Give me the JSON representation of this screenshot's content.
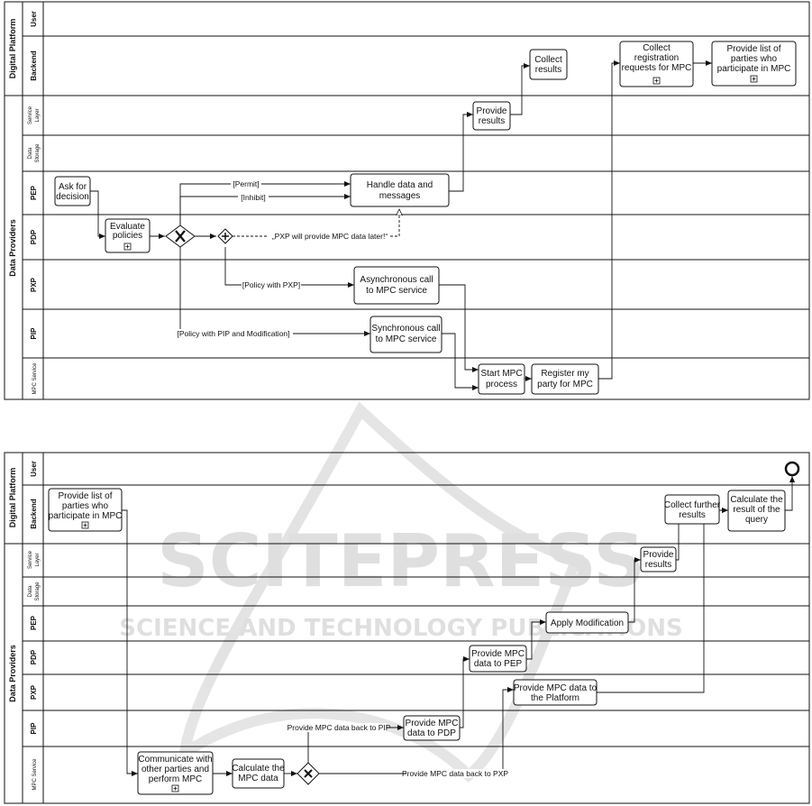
{
  "watermark": {
    "title": "SCITEPRESS",
    "subtitle": "SCIENCE AND TECHNOLOGY PUBLICATIONS"
  },
  "pools": {
    "digital_platform": "Digital Platform",
    "data_providers": "Data Providers"
  },
  "lanes": {
    "user": "User",
    "backend": "Backend",
    "service_layer_1": "Service",
    "service_layer_2": "Layer",
    "data_storage_1": "Data",
    "data_storage_2": "Storage",
    "pep": "PEP",
    "pdp": "PDP",
    "pxp": "PXP",
    "pip": "PIP",
    "mpc_service": "MPC Service"
  },
  "top": {
    "tasks": {
      "ask_for_decision": [
        "Ask for",
        "decision"
      ],
      "evaluate_policies": [
        "Evaluate",
        "policies"
      ],
      "handle_data": [
        "Handle data and",
        "messages"
      ],
      "provide_results": [
        "Provide",
        "results"
      ],
      "collect_results": [
        "Collect",
        "results"
      ],
      "collect_registration": [
        "Collect",
        "registration",
        "requests for MPC"
      ],
      "provide_list": [
        "Provide list of",
        "parties who",
        "participate in MPC"
      ],
      "async_call": [
        "Asynchronous call",
        "to MPC service"
      ],
      "sync_call": [
        "Synchronous call",
        "to MPC service"
      ],
      "start_mpc": [
        "Start MPC",
        "process"
      ],
      "register_party": [
        "Register my",
        "party for MPC"
      ]
    },
    "flows": {
      "permit": "[Permit]",
      "inhibit": "[Inhibit]",
      "pxp_later": "„PXP will provide MPC data later!“",
      "policy_pxp": "[Policy with PXP]",
      "policy_pip": "[Policy with PIP and Modification]"
    }
  },
  "bottom": {
    "tasks": {
      "provide_list": [
        "Provide list of",
        "parties who",
        "participate in MPC"
      ],
      "communicate": [
        "Communicate with",
        "other parties and",
        "perform MPC"
      ],
      "calculate_mpc": [
        "Calculate the",
        "MPC data"
      ],
      "provide_mpc_pdp": [
        "Provide MPC",
        "data to PDP"
      ],
      "provide_mpc_pep": [
        "Provide MPC",
        "data to PEP"
      ],
      "apply_modification": [
        "Apply Modification"
      ],
      "provide_mpc_platform": [
        "Provide MPC data to",
        "the Platform"
      ],
      "provide_results": [
        "Provide",
        "results"
      ],
      "collect_further": [
        "Collect further",
        "results"
      ],
      "calculate_result": [
        "Calculate the",
        "result of the",
        "query"
      ]
    },
    "flows": {
      "back_to_pip": "Provide MPC data back to PIP",
      "back_to_pxp": "Provide MPC data back to PXP"
    }
  }
}
